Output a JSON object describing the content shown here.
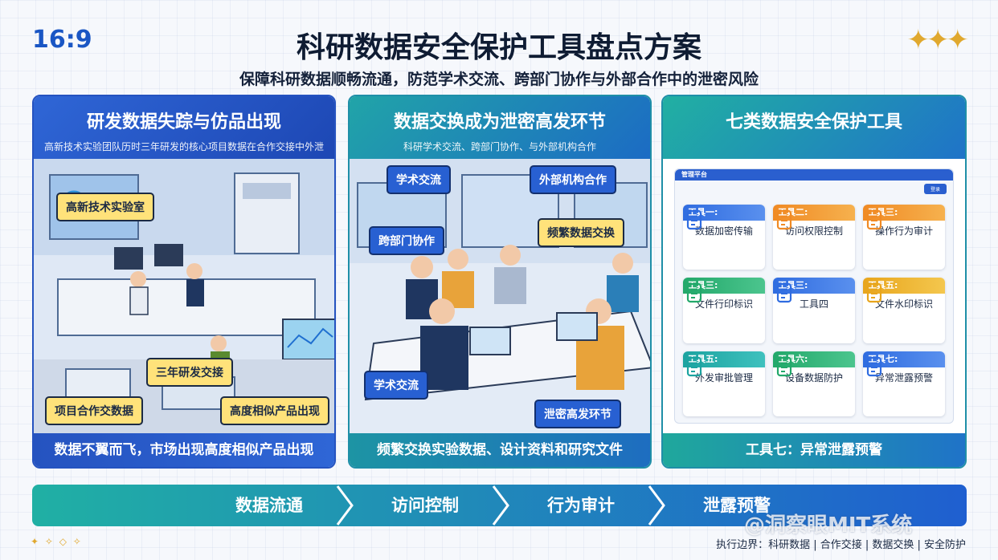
{
  "ratio": "16:9",
  "title": "科研数据安全保护工具盘点方案",
  "subtitle": "保障科研数据顺畅流通，防范学术交流、跨部门协作与外部合作中的泄密风险",
  "panels": [
    {
      "title": "研发数据失踪与仿品出现",
      "sub": "高新技术实验团队历时三年研发的核心项目数据在合作交接中外泄",
      "tags": [
        "高新技术实验室",
        "三年研发交接",
        "项目合作交数据",
        "高度相似产品出现"
      ],
      "footer": "数据不翼而飞，市场出现高度相似产品出现"
    },
    {
      "title": "数据交换成为泄密高发环节",
      "sub": "科研学术交流、跨部门协作、与外部机构合作",
      "tags": [
        "学术交流",
        "外部机构合作",
        "跨部门协作",
        "频繁数据交换",
        "学术交流",
        "泄密高发环节"
      ],
      "footer": "频繁交换实验数据、设计资料和研究文件"
    },
    {
      "title": "七类数据安全保护工具",
      "sub": "",
      "app": {
        "bar": "管理平台",
        "button": "登录"
      },
      "cards": [
        {
          "head": "工具一:",
          "label": "数据加密传输",
          "icon": "shield-check-icon",
          "color": "c-blue"
        },
        {
          "head": "工具二:",
          "label": "访问权限控制",
          "icon": "key-lock-icon",
          "color": "c-orange"
        },
        {
          "head": "工具三:",
          "label": "操作行为审计",
          "icon": "audit-doc-icon",
          "color": "c-orange"
        },
        {
          "head": "工具三:",
          "label": "文件行印标识",
          "icon": "print-doc-icon",
          "color": "c-green"
        },
        {
          "head": "工具三:",
          "label": "工具四",
          "icon": "list-doc-icon",
          "color": "c-blue"
        },
        {
          "head": "工具五:",
          "label": "文件水印标识",
          "icon": "watermark-doc-icon",
          "color": "c-gold"
        },
        {
          "head": "工具五:",
          "label": "外发审批管理",
          "icon": "approve-stack-icon",
          "color": "c-teal"
        },
        {
          "head": "工具六:",
          "label": "设备数据防护",
          "icon": "device-shield-icon",
          "color": "c-green"
        },
        {
          "head": "工具七:",
          "label": "异常泄露预警",
          "icon": "alert-doc-icon",
          "color": "c-blue"
        }
      ],
      "footer": "工具七：异常泄露预警"
    }
  ],
  "flow": [
    "数据流通",
    "访问控制",
    "行为审计",
    "泄露预警"
  ],
  "footer": "执行边界：科研数据 | 合作交接 | 数据交换 | 安全防护",
  "watermark": "@洞察眼MIT系统",
  "stars": "✦✦✦",
  "mini_icons": "✦ ✧ ◇ ✧",
  "colors": {
    "primary_blue": "#2553c0",
    "teal": "#21a4a8",
    "tag_yellow": "#ffe27a",
    "tag_blue": "#2860d2"
  }
}
